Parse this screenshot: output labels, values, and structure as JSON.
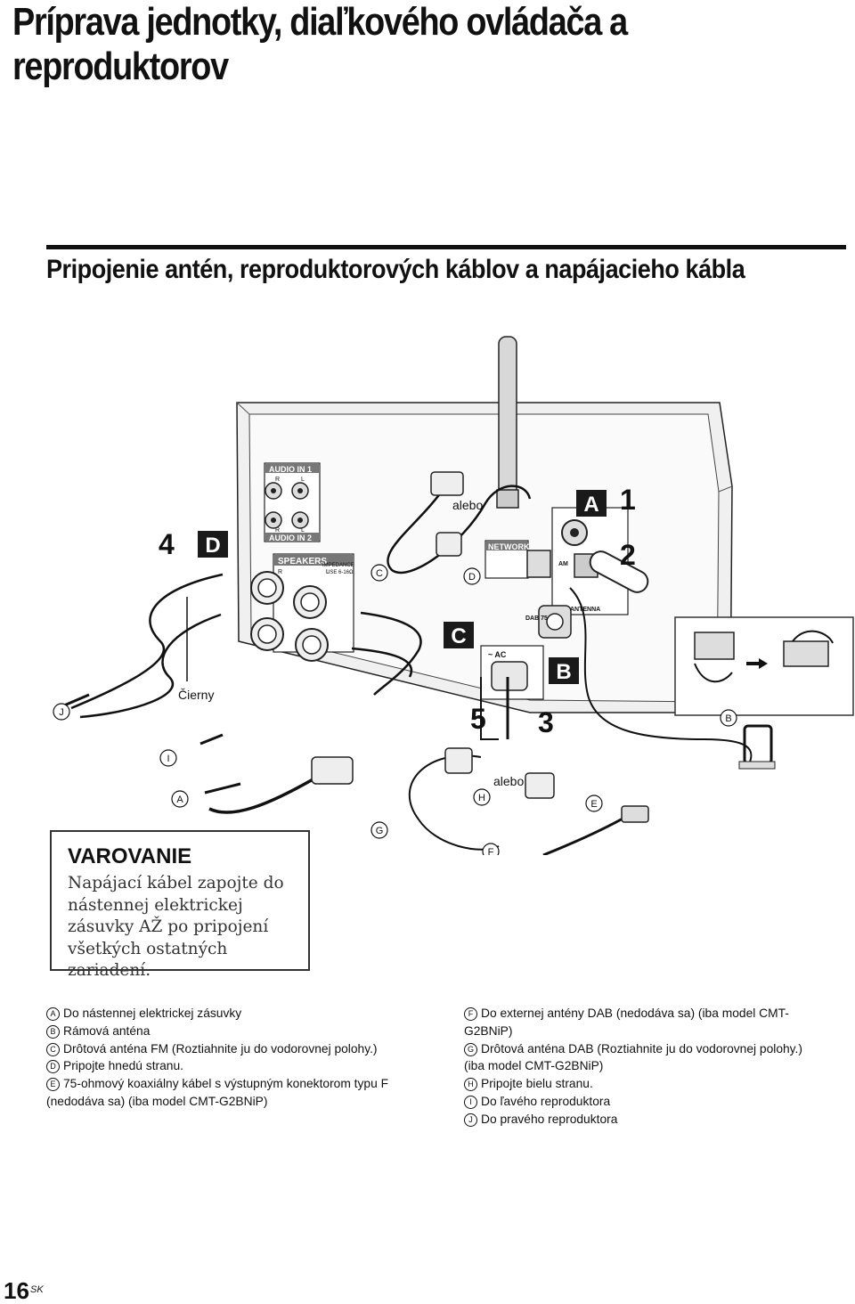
{
  "page": {
    "title": "Príprava jednotky, diaľkového ovládača a reproduktorov",
    "section_title": "Pripojenie antén, reproduktorových káblov a napájacieho kábla",
    "page_number": "16",
    "page_lang": "SK"
  },
  "diagram": {
    "step_badges": [
      "A",
      "B",
      "C",
      "D"
    ],
    "step_numbers": [
      "1",
      "2",
      "3",
      "4",
      "5"
    ],
    "callouts": [
      "A",
      "B",
      "C",
      "D",
      "E",
      "F",
      "G",
      "H",
      "I",
      "J"
    ],
    "texts": {
      "alebo": "alebo",
      "cierny": "Čierny"
    },
    "panel_labels": {
      "audio_in_1": "AUDIO IN 1",
      "audio_in_2": "AUDIO IN 2",
      "r": "R",
      "l": "L",
      "speakers": "SPEAKERS",
      "impedance": "IMPEDANCE",
      "use": "USE 6-16Ω",
      "network": "NETWORK",
      "am": "AM",
      "antenna": "ANTENNA",
      "dab": "DAB 75",
      "ac": "~ AC"
    }
  },
  "warning": {
    "title": "VAROVANIE",
    "text": "Napájací kábel zapojte do nástennej elektrickej zásuvky AŽ po pripojení všetkých ostatných zariadení."
  },
  "legend": {
    "left": [
      {
        "letter": "A",
        "text": "Do nástennej elektrickej zásuvky"
      },
      {
        "letter": "B",
        "text": "Rámová anténa"
      },
      {
        "letter": "C",
        "text": "Drôtová anténa FM (Roztiahnite ju do vodorovnej polohy.)"
      },
      {
        "letter": "D",
        "text": "Pripojte hnedú stranu."
      },
      {
        "letter": "E",
        "text": "75-ohmový koaxiálny kábel s výstupným konektorom typu F (nedodáva sa) (iba model CMT-G2BNiP)"
      }
    ],
    "right": [
      {
        "letter": "F",
        "text": "Do externej antény DAB (nedodáva sa) (iba model CMT-G2BNiP)"
      },
      {
        "letter": "G",
        "text": "Drôtová anténa DAB (Roztiahnite ju do vodorovnej polohy.) (iba model CMT-G2BNiP)"
      },
      {
        "letter": "H",
        "text": "Pripojte bielu stranu."
      },
      {
        "letter": "I",
        "text": "Do ľavého reproduktora"
      },
      {
        "letter": "J",
        "text": "Do pravého reproduktora"
      }
    ]
  }
}
